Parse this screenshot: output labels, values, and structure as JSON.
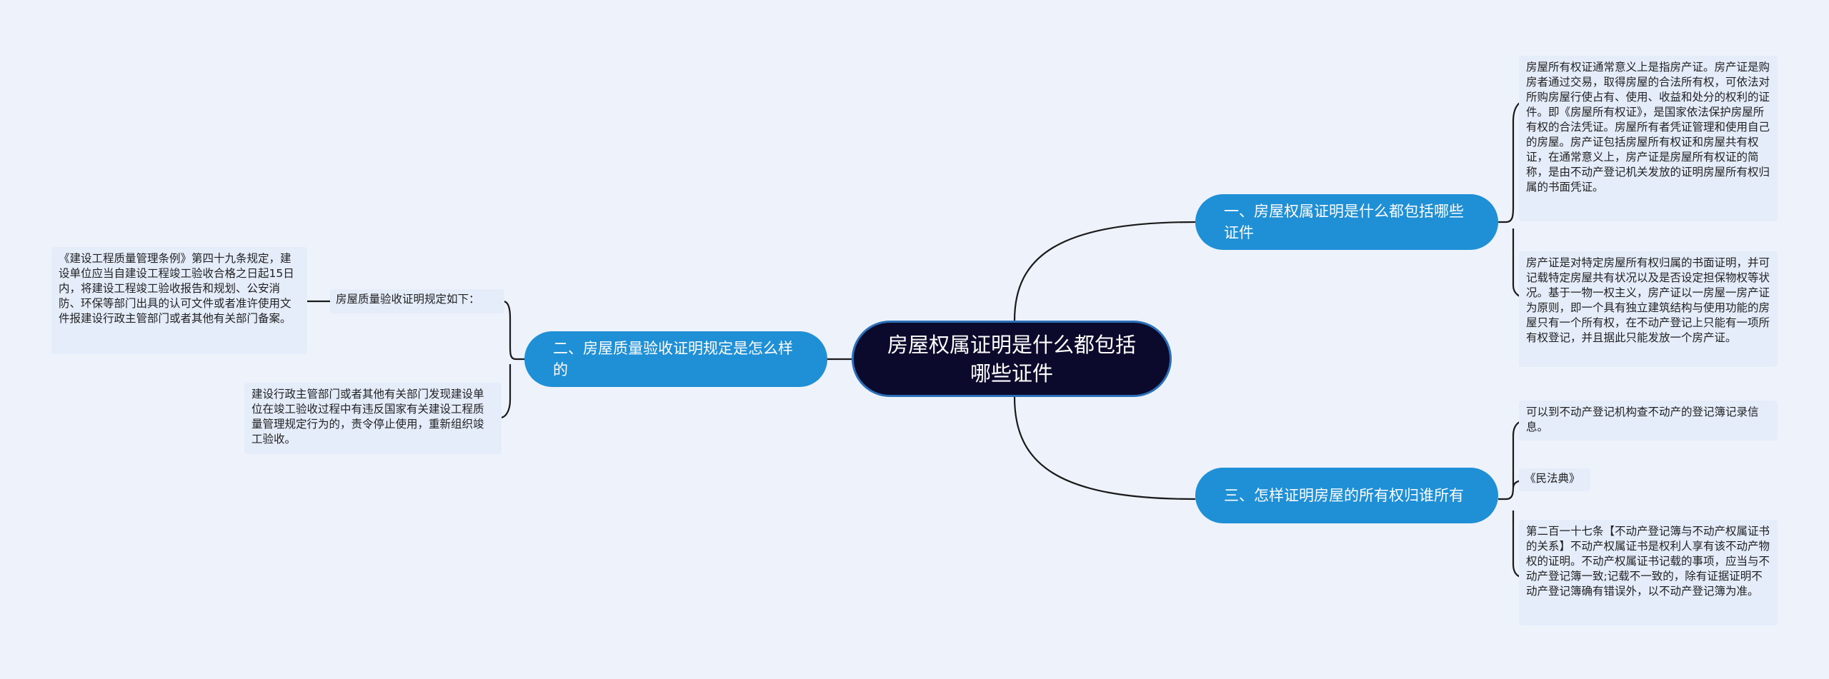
{
  "root": {
    "title": "房屋权属证明是什么都包括哪些证件"
  },
  "branches": [
    {
      "label": "一、房屋权属证明是什么都包括哪些证件",
      "leaves": [
        "房屋所有权证通常意义上是指房产证。房产证是购房者通过交易，取得房屋的合法所有权，可依法对所购房屋行使占有、使用、收益和处分的权利的证件。即《房屋所有权证》，是国家依法保护房屋所有权的合法凭证。房屋所有者凭证管理和使用自己的房屋。房产证包括房屋所有权证和房屋共有权证，在通常意义上，房产证是房屋所有权证的简称，是由不动产登记机关发放的证明房屋所有权归属的书面凭证。",
        "房产证是对特定房屋所有权归属的书面证明，并可记载特定房屋共有状况以及是否设定担保物权等状况。基于一物一权主义，房产证以一房屋一房产证为原则，即一个具有独立建筑结构与使用功能的房屋只有一个所有权，在不动产登记上只能有一项所有权登记，并且据此只能发放一个房产证。"
      ]
    },
    {
      "label": "二、房屋质量验收证明规定是怎么样的",
      "mid_label": "房屋质量验收证明规定如下：",
      "leaves": [
        "《建设工程质量管理条例》第四十九条规定，建设单位应当自建设工程竣工验收合格之日起15日内，将建设工程竣工验收报告和规划、公安消防、环保等部门出具的认可文件或者准许使用文件报建设行政主管部门或者其他有关部门备案。",
        "建设行政主管部门或者其他有关部门发现建设单位在竣工验收过程中有违反国家有关建设工程质量管理规定行为的，责令停止使用，重新组织竣工验收。"
      ]
    },
    {
      "label": "三、怎样证明房屋的所有权归谁所有",
      "leaves": [
        "可以到不动产登记机构查不动产的登记簿记录信息。",
        "《民法典》",
        "第二百一十七条【不动产登记簿与不动产权属证书的关系】不动产权属证书是权利人享有该不动产物权的证明。不动产权属证书记载的事项，应当与不动产登记簿一致;记载不一致的，除有证据证明不动产登记簿确有错误外，以不动产登记簿为准。"
      ]
    }
  ]
}
